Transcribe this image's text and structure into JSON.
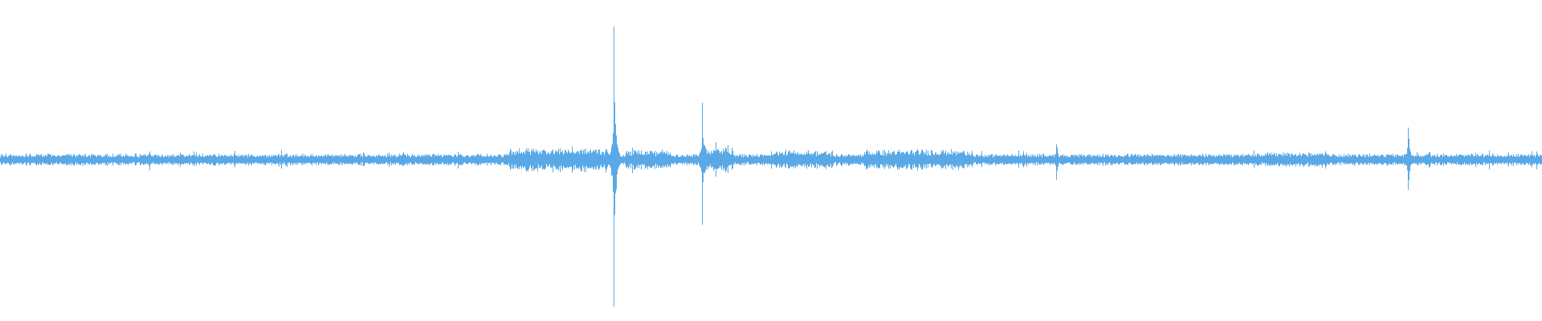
{
  "waveform": {
    "color": "#5aa9e6",
    "background": "#ffffff",
    "baseline_amplitude": 0.03,
    "events": [
      {
        "position": 0.097,
        "amplitude": 0.06
      },
      {
        "position": 0.127,
        "amplitude": 0.04
      },
      {
        "position": 0.186,
        "amplitude": 0.04
      },
      {
        "position": 0.236,
        "amplitude": 0.04
      },
      {
        "position": 0.259,
        "amplitude": 0.04
      },
      {
        "position": 0.31,
        "amplitude": 0.04
      },
      {
        "position": 0.347,
        "amplitude": 0.05
      },
      {
        "position": 0.364,
        "amplitude": 0.05
      },
      {
        "position": 0.398,
        "amplitude": 0.8
      },
      {
        "position": 0.41,
        "amplitude": 0.08
      },
      {
        "position": 0.42,
        "amplitude": 0.06
      },
      {
        "position": 0.455,
        "amplitude": 0.36
      },
      {
        "position": 0.464,
        "amplitude": 0.1
      },
      {
        "position": 0.472,
        "amplitude": 0.08
      },
      {
        "position": 0.685,
        "amplitude": 0.11
      },
      {
        "position": 0.913,
        "amplitude": 0.2
      }
    ],
    "dense_regions": [
      {
        "start": 0.33,
        "end": 0.395,
        "amplitude": 0.06
      },
      {
        "start": 0.405,
        "end": 0.435,
        "amplitude": 0.05
      },
      {
        "start": 0.455,
        "end": 0.475,
        "amplitude": 0.06
      },
      {
        "start": 0.5,
        "end": 0.54,
        "amplitude": 0.045
      },
      {
        "start": 0.56,
        "end": 0.63,
        "amplitude": 0.05
      },
      {
        "start": 0.82,
        "end": 0.86,
        "amplitude": 0.035
      }
    ]
  }
}
